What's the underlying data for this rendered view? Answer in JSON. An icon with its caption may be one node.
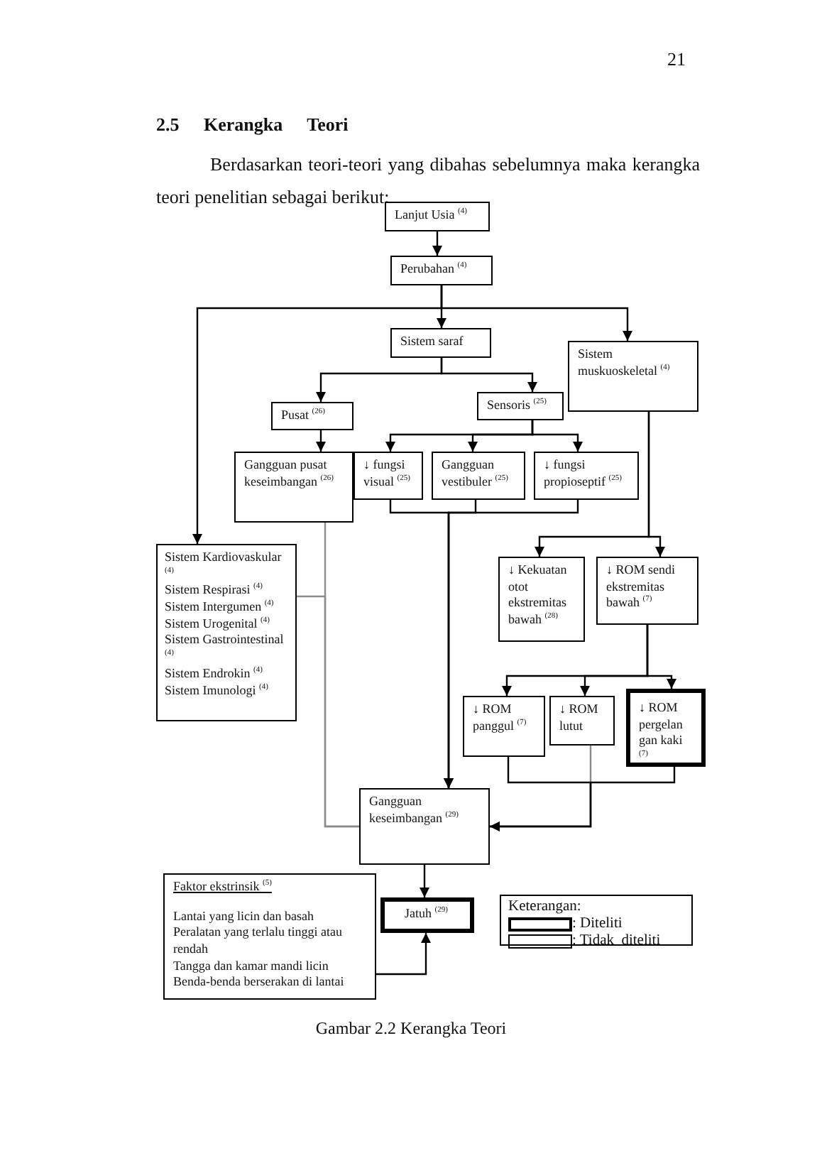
{
  "diagram": {
    "title": "2.5 Kerangka Teori",
    "caption": "Gambar 2.2 Kerangka Teori",
    "nodes": [
      {
        "text": [
          "Lanjut Usia $^{(4)}$"
        ]
      },
      {
        "text": [
          "Perubahan $^{(4)}$"
        ]
      },
      {
        "text": [
          "Sistem saraf"
        ]
      },
      {
        "text": [
          "Sistem muskuoskeletal $^{(4)}$"
        ]
      },
      {
        "text": [
          "Pusat $^{(26)}$"
        ]
      },
      {
        "text": [
          "Sensoris $^{(25)}$"
        ]
      },
      {
        "text": [
          "Gangguan pusat keseimbangan $^{(26)}$"
        ]
      },
      {
        "text": [
          "↓ fungsi visual $^{(25)}$"
        ]
      },
      {
        "text": [
          "Gangguan vestibuler $^{(25)}$"
        ]
      },
      {
        "text": [
          "↓ fungsi propioseptif $^{(25)}$"
        ]
      },
      {
        "text": [
          "Sistem Kardiovaskular $^{(4)}$",
          "Sistem Respirasi $^{(4)}$",
          "Sistem Intergumen $^{(4)}$",
          "Sistem Urogenital $^{(4)}$",
          "Sistem Gastrointestinal $^{(4)}$",
          "Sistem Endrokin $^{(4)}$",
          "Sistem Imunologi $^{(4)}$"
        ]
      },
      {
        "text": [
          "↓ Kekuatan otot ekstremitas bawah $^{(28)}$"
        ]
      },
      {
        "text": [
          "↓ ROM sendi ekstremitas bawah $^{(7)}$"
        ]
      },
      {
        "text": [
          "↓ ROM panggul $^{(7)}$"
        ]
      },
      {
        "text": [
          "↓ ROM lutut"
        ]
      },
      {
        "text": [
          "↓ ROM pergelan gan kaki $^{(7)}$"
        ]
      },
      {
        "text": [
          "Gangguan keseimbangan $^{(29)}$"
        ]
      },
      {
        "text": [
          "Faktor ekstrinsik $^{(5)}$",
          "Lantai yang licin dan basah",
          "Peralatan yang terlalu tinggi atau rendah",
          "Tangga dan kamar mandi licin",
          "Benda-benda berserakan di lantai"
        ]
      },
      {
        "text": [
          "Jatuh $^{(29)}$"
        ]
      }
    ],
    "edges": [
      {
        "from": 0,
        "to": 1,
        "arrow": "to"
      },
      {
        "from": 1,
        "to": 2,
        "arrow": "to"
      },
      {
        "from": 1,
        "to": 10,
        "arrow": "to"
      },
      {
        "from": 1,
        "to": 3,
        "arrow": "to"
      },
      {
        "from": 2,
        "to": 4,
        "arrow": "to"
      },
      {
        "from": 2,
        "to": 5,
        "arrow": "to"
      },
      {
        "from": 4,
        "to": 6,
        "arrow": "to"
      },
      {
        "from": 5,
        "to": 7,
        "arrow": "to"
      },
      {
        "from": 5,
        "to": 8,
        "arrow": "to"
      },
      {
        "from": 5,
        "to": 9,
        "arrow": "to"
      },
      {
        "from": 3,
        "to": 11,
        "arrow": "to"
      },
      {
        "from": 3,
        "to": 12,
        "arrow": "to"
      },
      {
        "from": 12,
        "to": 13,
        "arrow": "to"
      },
      {
        "from": 12,
        "to": 14,
        "arrow": "to"
      },
      {
        "from": 12,
        "to": 15,
        "arrow": "to"
      },
      {
        "from": 7,
        "to": 16,
        "arrow": "to"
      },
      {
        "from": 8,
        "to": 16,
        "arrow": "to"
      },
      {
        "from": 9,
        "to": 16,
        "arrow": "to"
      },
      {
        "from": 6,
        "to": 16,
        "arrow": "none",
        "color": "#8c8c8c"
      },
      {
        "from": 10,
        "to": 16,
        "arrow": "none",
        "color": "#8c8c8c"
      },
      {
        "from": 13,
        "to": 16,
        "arrow": "to"
      },
      {
        "from": 14,
        "to": 16,
        "arrow": "to",
        "color": "#8c8c8c"
      },
      {
        "from": 15,
        "to": 16,
        "arrow": "to"
      },
      {
        "from": 16,
        "to": 18,
        "arrow": "to"
      },
      {
        "from": 17,
        "to": 18,
        "arrow": "to"
      }
    ],
    "labels": [
      "21",
      "Berdasarkan teori-teori yang dibahas sebelumnya maka kerangka teori penelitian sebagai berikut:",
      "Keterangan:"
    ],
    "legend": [
      {
        "text": ": Diteliti"
      },
      {
        "text": ": Tidak  diteliti"
      }
    ]
  }
}
